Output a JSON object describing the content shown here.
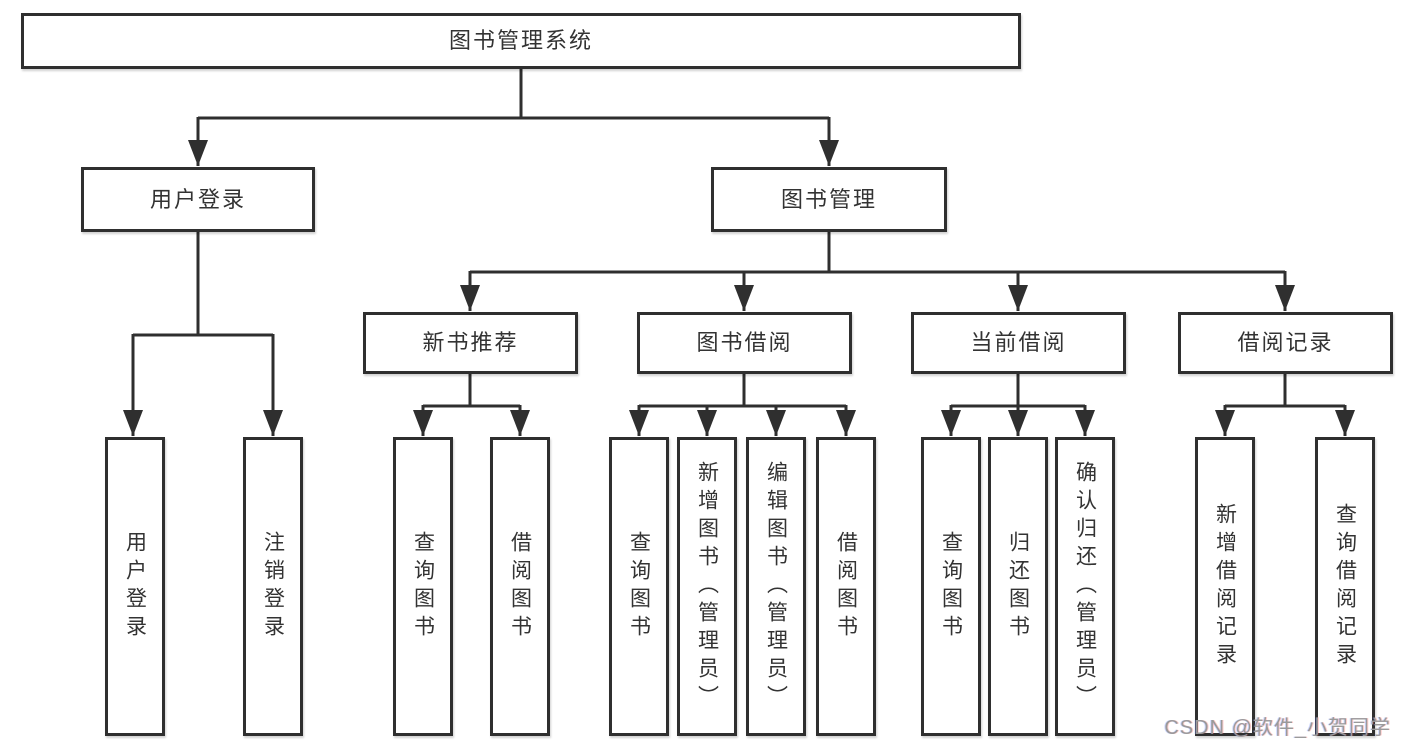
{
  "root": {
    "label": "图书管理系统"
  },
  "branches": [
    {
      "label": "用户登录",
      "children": [
        {
          "label": "用户登录"
        },
        {
          "label": "注销登录"
        }
      ]
    },
    {
      "label": "图书管理",
      "children": [
        {
          "label": "新书推荐",
          "children": [
            {
              "label": "查询图书"
            },
            {
              "label": "借阅图书"
            }
          ]
        },
        {
          "label": "图书借阅",
          "children": [
            {
              "label": "查询图书"
            },
            {
              "label": "新增图书（管理员）"
            },
            {
              "label": "编辑图书（管理员）"
            },
            {
              "label": "借阅图书"
            }
          ]
        },
        {
          "label": "当前借阅",
          "children": [
            {
              "label": "查询图书"
            },
            {
              "label": "归还图书"
            },
            {
              "label": "确认归还（管理员）"
            }
          ]
        },
        {
          "label": "借阅记录",
          "children": [
            {
              "label": "新增借阅记录"
            },
            {
              "label": "查询借阅记录"
            }
          ]
        }
      ]
    }
  ],
  "watermark": "CSDN @软件_小贺同学",
  "colors": {
    "line": "#2f2f2f",
    "text": "#333333",
    "watermark": "#9a9a9a",
    "background": "#ffffff"
  }
}
